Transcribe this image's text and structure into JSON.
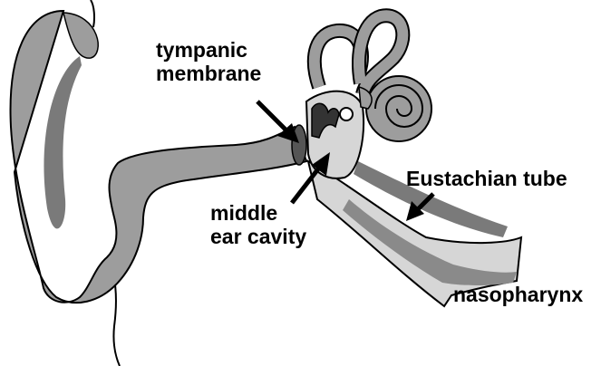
{
  "labels": {
    "tympanic_membrane": [
      "tympanic",
      "membrane"
    ],
    "middle_ear_cavity": [
      "middle",
      "ear cavity"
    ],
    "eustachian_tube": "Eustachian tube",
    "nasopharynx": "nasopharynx"
  },
  "colors": {
    "tissue": "#9d9d9d",
    "tissue_dark": "#7a7a7a",
    "light_fill": "#d6d6d6",
    "outline": "#000000",
    "text": "#000000"
  }
}
